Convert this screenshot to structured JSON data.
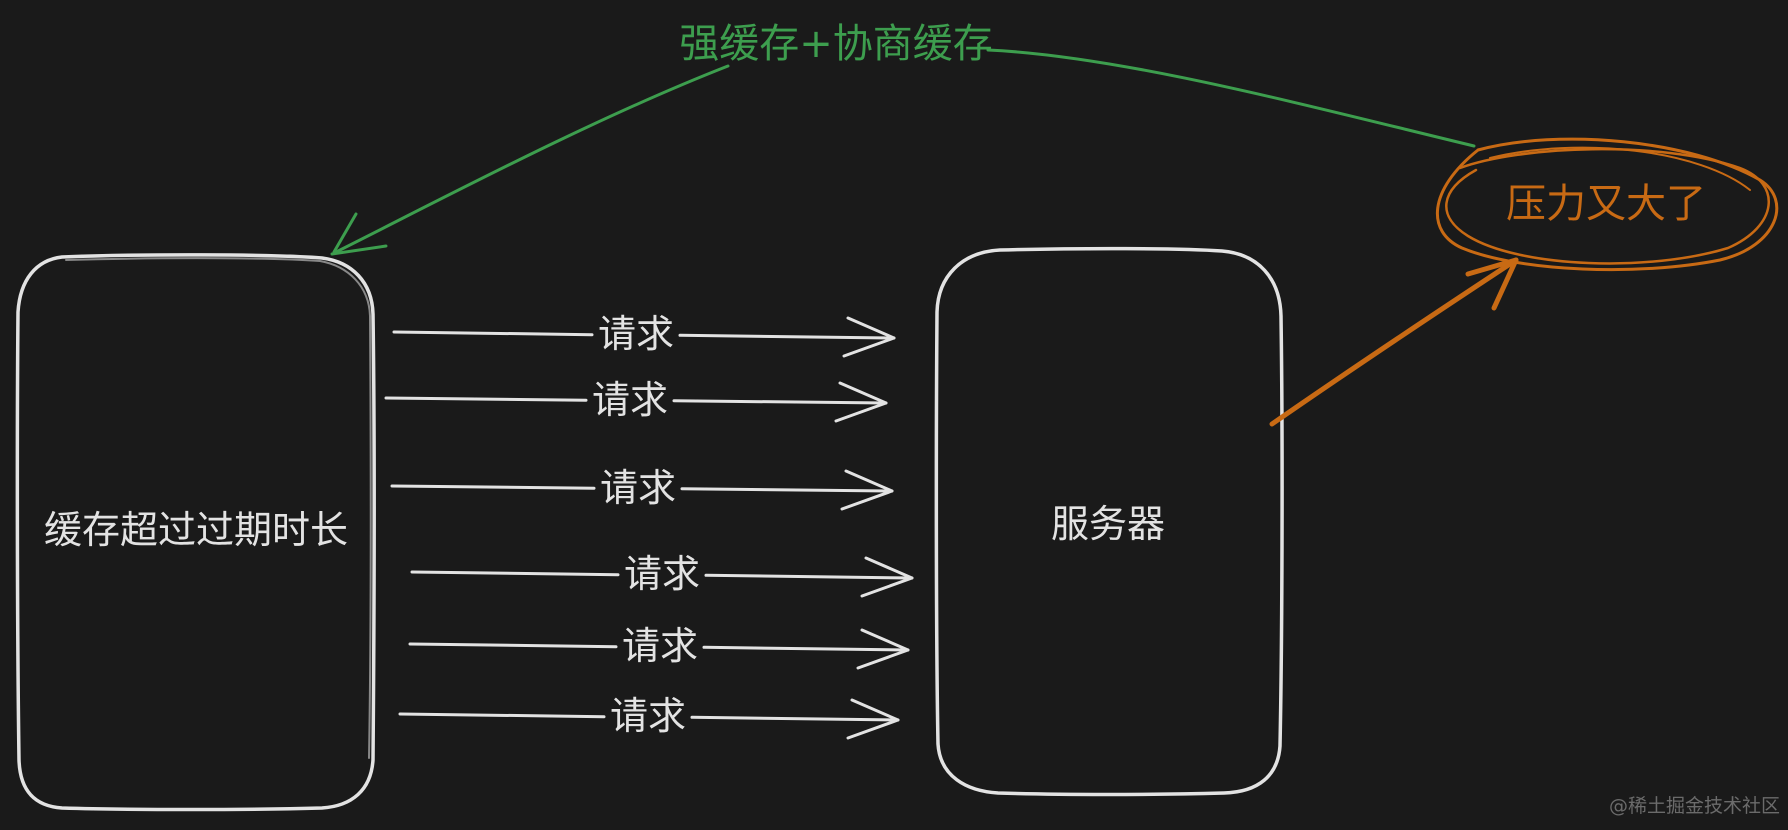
{
  "diagram": {
    "cache_box_label": "缓存超过过期时长",
    "server_box_label": "服务器",
    "requests": [
      {
        "label": "请求"
      },
      {
        "label": "请求"
      },
      {
        "label": "请求"
      },
      {
        "label": "请求"
      },
      {
        "label": "请求"
      },
      {
        "label": "请求"
      }
    ],
    "feedback_label": "强缓存+协商缓存",
    "pressure_label": "压力又大了",
    "watermark": "@稀土掘金技术社区"
  },
  "colors": {
    "background": "#1a1a1a",
    "box_stroke": "#e3e3e3",
    "green": "#3d9e4e",
    "orange": "#c86a14"
  }
}
